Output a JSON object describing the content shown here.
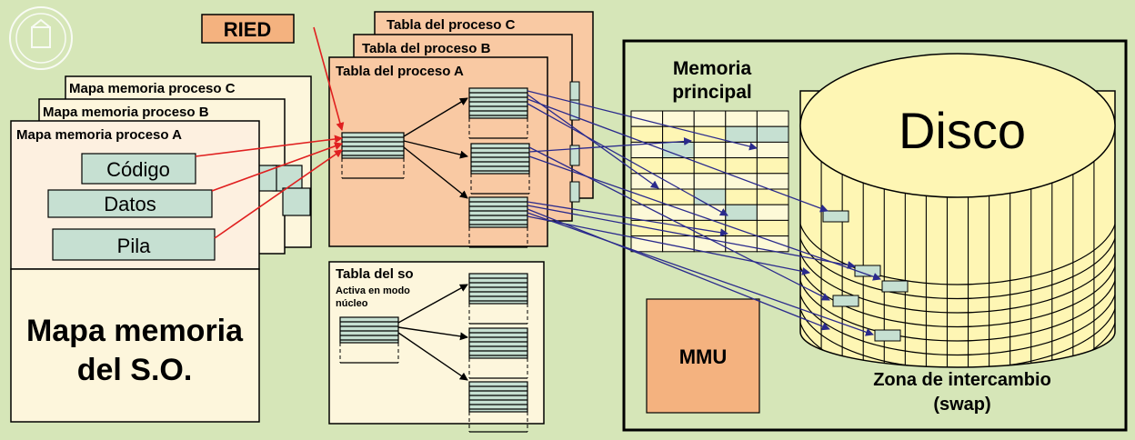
{
  "ried": "RIED",
  "mapas": {
    "c": "Mapa memoria proceso C",
    "b": "Mapa memoria proceso B",
    "a": "Mapa memoria proceso A",
    "codigo": "Código",
    "datos": "Datos",
    "pila": "Pila",
    "so_line1": "Mapa memoria",
    "so_line2": "del S.O."
  },
  "tablas": {
    "c": "Tabla del proceso C",
    "b": "Tabla del proceso B",
    "a": "Tabla del proceso A",
    "so": "Tabla del so",
    "so_note_1": "Activa en modo",
    "so_note_2": "núcleo"
  },
  "hardware": {
    "memoria_1": "Memoria",
    "memoria_2": "principal",
    "disco": "Disco",
    "mmu": "MMU",
    "swap_1": "Zona de intercambio",
    "swap_2": "(swap)"
  },
  "colors": {
    "background": "#d6e6b8",
    "peach": "#f9c9a3",
    "orange": "#f4b27f",
    "cream": "#fdf6dc",
    "yellow": "#fef6b4",
    "teal": "#c6e0d2",
    "red": "#e02020",
    "navy": "#2a2a8c"
  }
}
